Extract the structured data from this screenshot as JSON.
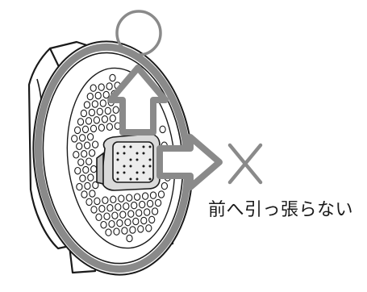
{
  "caption": "前へ引っ張らない",
  "symbols": {
    "ok": "circle-ok-icon",
    "ng": "cross-ng-icon"
  },
  "directions": {
    "allowed": "up",
    "forbidden": "forward"
  }
}
